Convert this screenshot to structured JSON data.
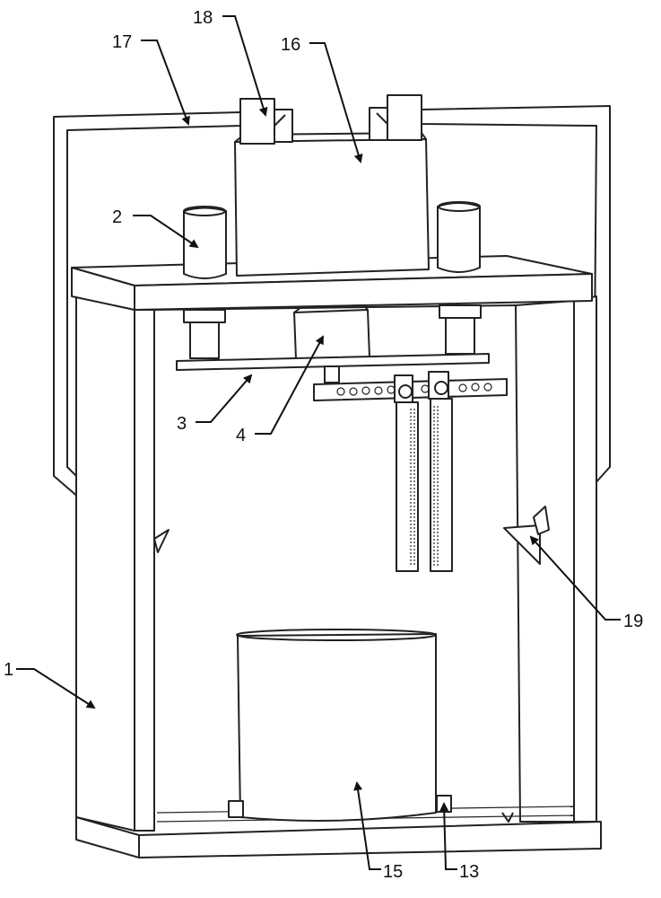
{
  "labels": [
    {
      "id": "frame",
      "text": "1"
    },
    {
      "id": "motor",
      "text": "2"
    },
    {
      "id": "plate",
      "text": "3"
    },
    {
      "id": "drive",
      "text": "4"
    },
    {
      "id": "rail",
      "text": "13"
    },
    {
      "id": "bucket",
      "text": "15"
    },
    {
      "id": "box",
      "text": "16"
    },
    {
      "id": "pipe",
      "text": "17"
    },
    {
      "id": "clamp",
      "text": "18"
    },
    {
      "id": "nozzle",
      "text": "19"
    }
  ]
}
